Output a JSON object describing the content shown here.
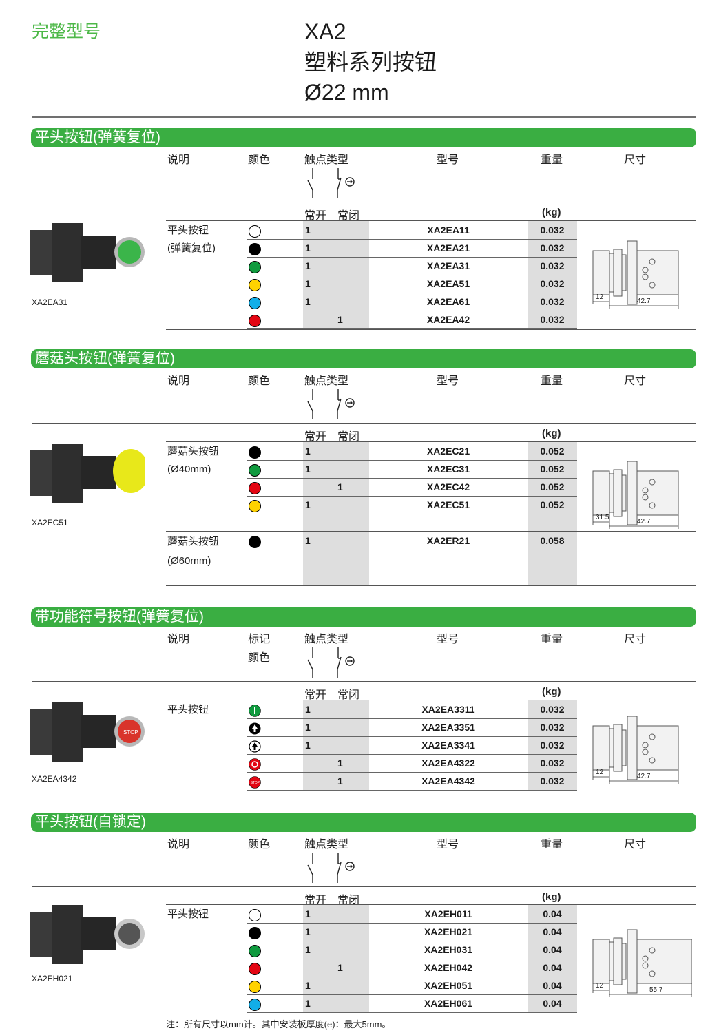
{
  "page": {
    "label": "完整型号",
    "title_lines": [
      "XA2",
      "塑料系列按钮",
      "Ø22 mm"
    ],
    "note": "注：所有尺寸以mm计。其中安装板厚度(e)：最大5mm。"
  },
  "headers": {
    "desc": "说明",
    "color": "颜色",
    "mark": "标记",
    "contact": "触点类型",
    "no": "常开",
    "nc": "常闭",
    "model": "型号",
    "weight": "重量",
    "weight_unit": "(kg)",
    "dims": "尺寸"
  },
  "colors": {
    "banner": "#3aae42",
    "white": "#ffffff",
    "black": "#000000",
    "green": "#0f9a3e",
    "yellow": "#ffd200",
    "blue": "#12aee8",
    "red": "#e30613"
  },
  "sections": [
    {
      "title": "平头按钮(弹簧复位)",
      "photo_label": "XA2EA31",
      "desc_lines": [
        "平头按钮",
        "(弹簧复位)"
      ],
      "dims": {
        "a": "12",
        "b": "42.7"
      },
      "rows": [
        {
          "color": "white",
          "no": "1",
          "nc": "",
          "model": "XA2EA11",
          "weight": "0.032"
        },
        {
          "color": "black",
          "no": "1",
          "nc": "",
          "model": "XA2EA21",
          "weight": "0.032"
        },
        {
          "color": "green",
          "no": "1",
          "nc": "",
          "model": "XA2EA31",
          "weight": "0.032"
        },
        {
          "color": "yellow",
          "no": "1",
          "nc": "",
          "model": "XA2EA51",
          "weight": "0.032"
        },
        {
          "color": "blue",
          "no": "1",
          "nc": "",
          "model": "XA2EA61",
          "weight": "0.032"
        },
        {
          "color": "red",
          "no": "",
          "nc": "1",
          "model": "XA2EA42",
          "weight": "0.032"
        }
      ]
    },
    {
      "title": "蘑菇头按钮(弹簧复位)",
      "photo_label": "XA2EC51",
      "desc_lines": [
        "蘑菇头按钮",
        "(Ø40mm)"
      ],
      "desc2_lines": [
        "蘑菇头按钮",
        "(Ø60mm)"
      ],
      "dims": {
        "a": "31.5",
        "b": "42.7"
      },
      "rows": [
        {
          "color": "black",
          "no": "1",
          "nc": "",
          "model": "XA2EC21",
          "weight": "0.052"
        },
        {
          "color": "green",
          "no": "1",
          "nc": "",
          "model": "XA2EC31",
          "weight": "0.052"
        },
        {
          "color": "red",
          "no": "",
          "nc": "1",
          "model": "XA2EC42",
          "weight": "0.052"
        },
        {
          "color": "yellow",
          "no": "1",
          "nc": "",
          "model": "XA2EC51",
          "weight": "0.052"
        }
      ],
      "rows2": [
        {
          "color": "black",
          "no": "1",
          "nc": "",
          "model": "XA2ER21",
          "weight": "0.058"
        }
      ]
    },
    {
      "title": "带功能符号按钮(弹簧复位)",
      "photo_label": "XA2EA4342",
      "desc_lines": [
        "平头按钮"
      ],
      "dims": {
        "a": "12",
        "b": "42.7"
      },
      "rows": [
        {
          "symbol": "green-I",
          "no": "1",
          "nc": "",
          "model": "XA2EA3311",
          "weight": "0.032"
        },
        {
          "symbol": "black-up-arrow",
          "no": "1",
          "nc": "",
          "model": "XA2EA3351",
          "weight": "0.032"
        },
        {
          "symbol": "white-up-arrow",
          "no": "1",
          "nc": "",
          "model": "XA2EA3341",
          "weight": "0.032"
        },
        {
          "symbol": "red-O",
          "no": "",
          "nc": "1",
          "model": "XA2EA4322",
          "weight": "0.032"
        },
        {
          "symbol": "red-STOP",
          "no": "",
          "nc": "1",
          "model": "XA2EA4342",
          "weight": "0.032"
        }
      ]
    },
    {
      "title": "平头按钮(自锁定)",
      "photo_label": "XA2EH021",
      "desc_lines": [
        "平头按钮"
      ],
      "dims": {
        "a": "12",
        "b": "55.7"
      },
      "rows": [
        {
          "color": "white",
          "no": "1",
          "nc": "",
          "model": "XA2EH011",
          "weight": "0.04"
        },
        {
          "color": "black",
          "no": "1",
          "nc": "",
          "model": "XA2EH021",
          "weight": "0.04"
        },
        {
          "color": "green",
          "no": "1",
          "nc": "",
          "model": "XA2EH031",
          "weight": "0.04"
        },
        {
          "color": "red",
          "no": "",
          "nc": "1",
          "model": "XA2EH042",
          "weight": "0.04"
        },
        {
          "color": "yellow",
          "no": "1",
          "nc": "",
          "model": "XA2EH051",
          "weight": "0.04"
        },
        {
          "color": "blue",
          "no": "1",
          "nc": "",
          "model": "XA2EH061",
          "weight": "0.04"
        }
      ]
    }
  ]
}
